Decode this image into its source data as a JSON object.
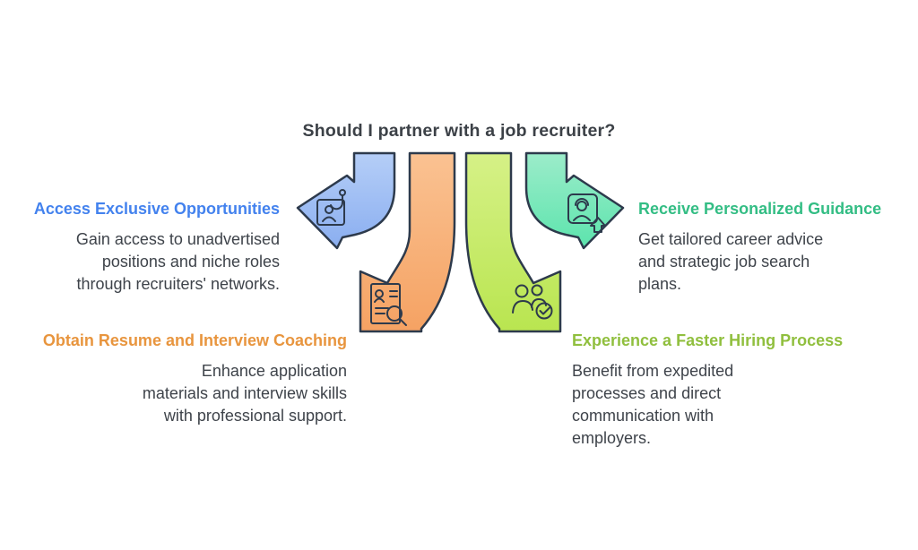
{
  "title": "Should I partner with a job recruiter?",
  "background_color": "#ffffff",
  "outline_color": "#2d3a4c",
  "title_color": "#3c4147",
  "body_text_color": "#3e434a",
  "sections": [
    {
      "heading": "Access Exclusive Opportunities",
      "body_lines": [
        "Gain access to unadvertised",
        "positions and niche roles",
        "through recruiters' networks."
      ],
      "accent_color": "#4382ee",
      "arrow_color": "#9cbdf3",
      "arrow_direction": "left",
      "icon": "headhunt-card-icon",
      "position": "top-left"
    },
    {
      "heading": "Obtain Resume and Interview Coaching",
      "body_lines": [
        "Enhance application",
        "materials and interview skills",
        "with professional support."
      ],
      "accent_color": "#e8953e",
      "arrow_color": "#f8b077",
      "arrow_direction": "down-left",
      "icon": "resume-search-icon",
      "position": "bottom-left"
    },
    {
      "heading": "Receive Personalized Guidance",
      "body_lines": [
        "Get tailored career advice",
        "and strategic job search",
        "plans."
      ],
      "accent_color": "#33bd84",
      "arrow_color": "#6fe7b6",
      "arrow_direction": "right",
      "icon": "profile-promote-icon",
      "position": "top-right"
    },
    {
      "heading": "Experience a Faster Hiring Process",
      "body_lines": [
        "Benefit from expedited",
        "processes and direct",
        "communication with",
        "employers."
      ],
      "accent_color": "#90bf3e",
      "arrow_color": "#c3ea62",
      "arrow_direction": "down-right",
      "icon": "team-check-icon",
      "position": "bottom-right"
    }
  ]
}
